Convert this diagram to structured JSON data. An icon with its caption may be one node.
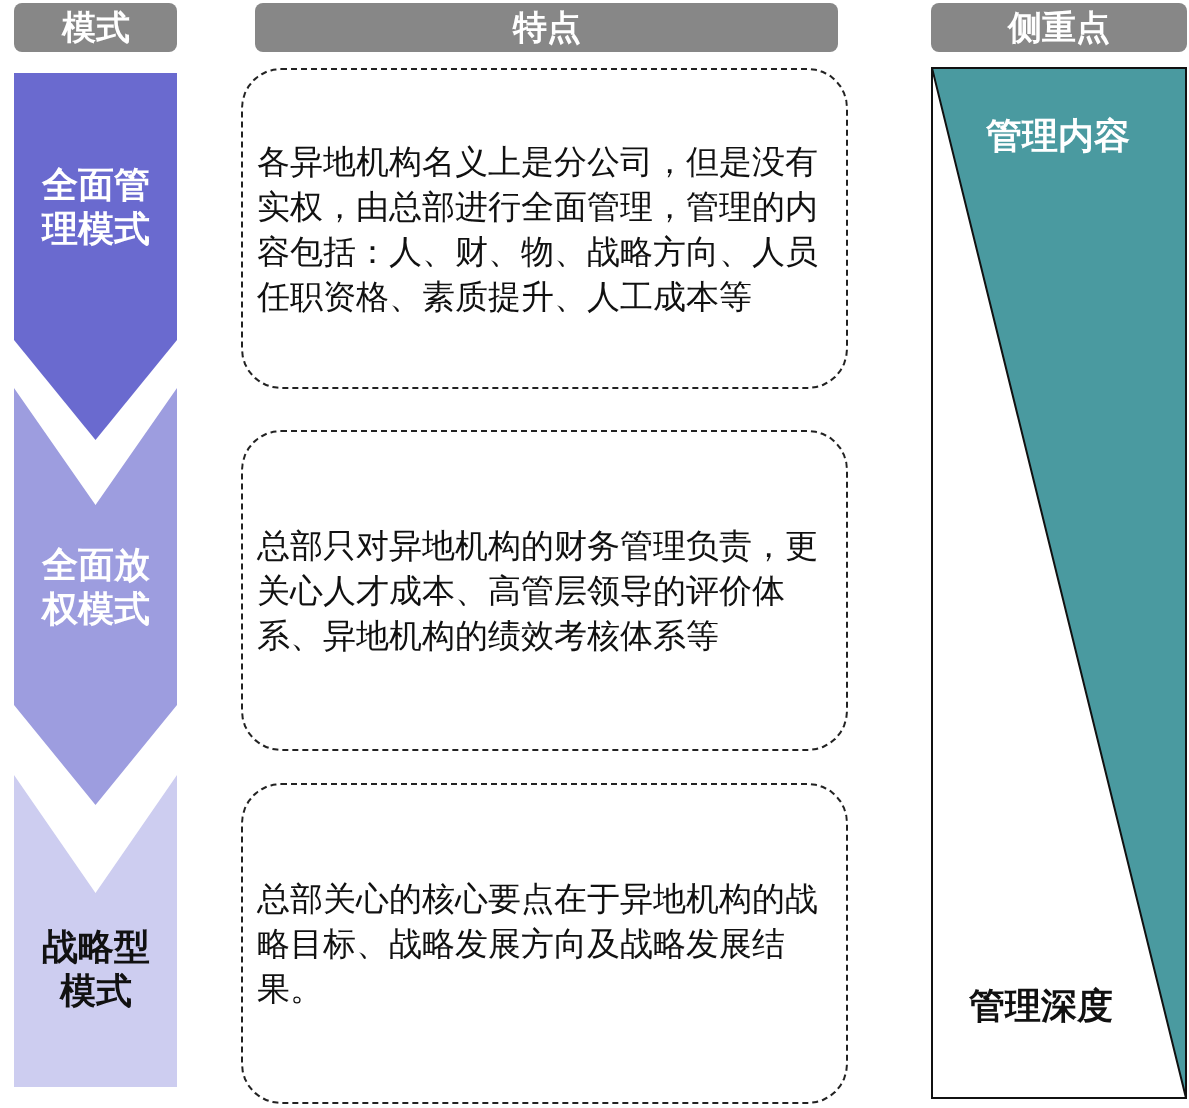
{
  "diagram": {
    "nodes": [
      {
        "text": [
          "模式"
        ]
      },
      {
        "text": [
          "特点"
        ]
      },
      {
        "text": [
          "侧重点"
        ]
      },
      {
        "text": [
          "全面管理模式"
        ]
      },
      {
        "text": [
          "各异地机构名义上是分公司，但是没有实权，由总部进行全面管理，管理的内容包括：人、财、物、战略方向、人员任职资格、素质提升、人工成本等"
        ]
      },
      {
        "text": [
          "全面放权模式"
        ]
      },
      {
        "text": [
          "总部只对异地机构的财务管理负责，更关心人才成本、高管层领导的评价体系、异地机构的绩效考核体系等"
        ]
      },
      {
        "text": [
          "战略型模式"
        ]
      },
      {
        "text": [
          "总部关心的核心要点在于异地机构的战略目标、战略发展方向及战略发展结果。"
        ]
      },
      {
        "text": [
          "管理内容",
          "管理深度"
        ]
      }
    ]
  }
}
